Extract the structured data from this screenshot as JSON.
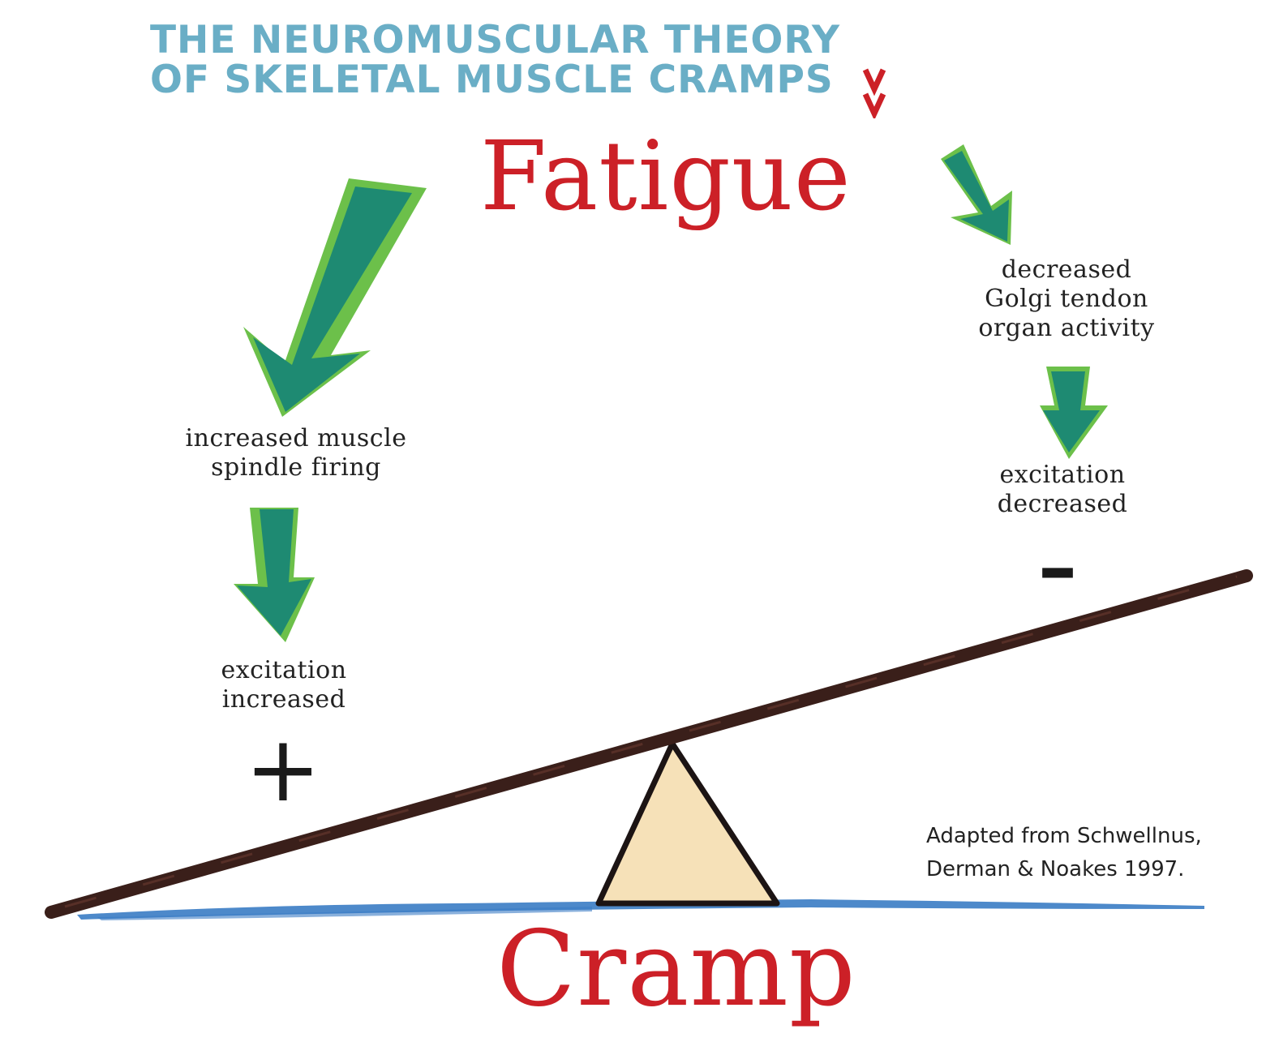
{
  "title": {
    "line1": "THE NEUROMUSCULAR THEORY",
    "line2": "OF SKELETAL MUSCLE CRAMPS"
  },
  "top_word": "Fatigue",
  "bottom_word": "Cramp",
  "left_path": {
    "effect_lines": [
      "increased muscle",
      "spindle firing"
    ],
    "result_lines": [
      "excitation",
      "increased"
    ],
    "sign": "+"
  },
  "right_path": {
    "effect_lines": [
      "decreased",
      "Golgi tendon",
      "organ activity"
    ],
    "result_lines": [
      "excitation",
      "decreased"
    ],
    "sign": "–"
  },
  "credit_lines": [
    "Adapted from Schwellnus,",
    "Derman & Noakes 1997."
  ],
  "icons": {
    "arrow": "down-arrow-icon",
    "chevron": "chevron-down-icon",
    "fulcrum": "triangle-fulcrum",
    "beam": "seesaw-beam"
  },
  "colors": {
    "title": "#6aaec6",
    "keyword": "#cc2027",
    "arrow_fill": "#1e8a72",
    "arrow_edge": "#6cc04a",
    "beam": "#3a1f1a",
    "fulcrum_fill": "#f6e1b8",
    "fulcrum_edge": "#1c1414",
    "ground": "#3a7cc4",
    "text": "#222222"
  }
}
